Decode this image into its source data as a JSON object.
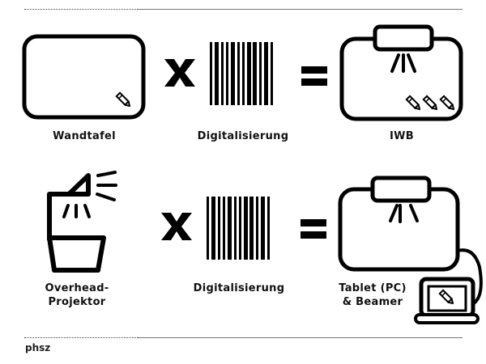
{
  "slide": {
    "row1": {
      "left_label": "Wandtafel",
      "operator1": "x",
      "middle_label": "Digitalisierung",
      "operator2": "=",
      "right_label": "IWB"
    },
    "row2": {
      "left_label_line1": "Overhead-",
      "left_label_line2": "Projektor",
      "operator1": "x",
      "middle_label": "Digitalisierung",
      "operator2": "=",
      "right_label_line1": "Tablet (PC)",
      "right_label_line2": "& Beamer"
    },
    "footer": "phsz"
  },
  "icons": {
    "chalkboard": "whiteboard-with-pencil",
    "barcode": "barcode",
    "iwb": "interactive-whiteboard-with-projector-and-pens",
    "overhead": "overhead-projector",
    "beamer": "board-with-projector-and-tablet-laptop"
  },
  "colors": {
    "ink": "#000000",
    "background": "#ffffff",
    "rule": "#777777"
  }
}
